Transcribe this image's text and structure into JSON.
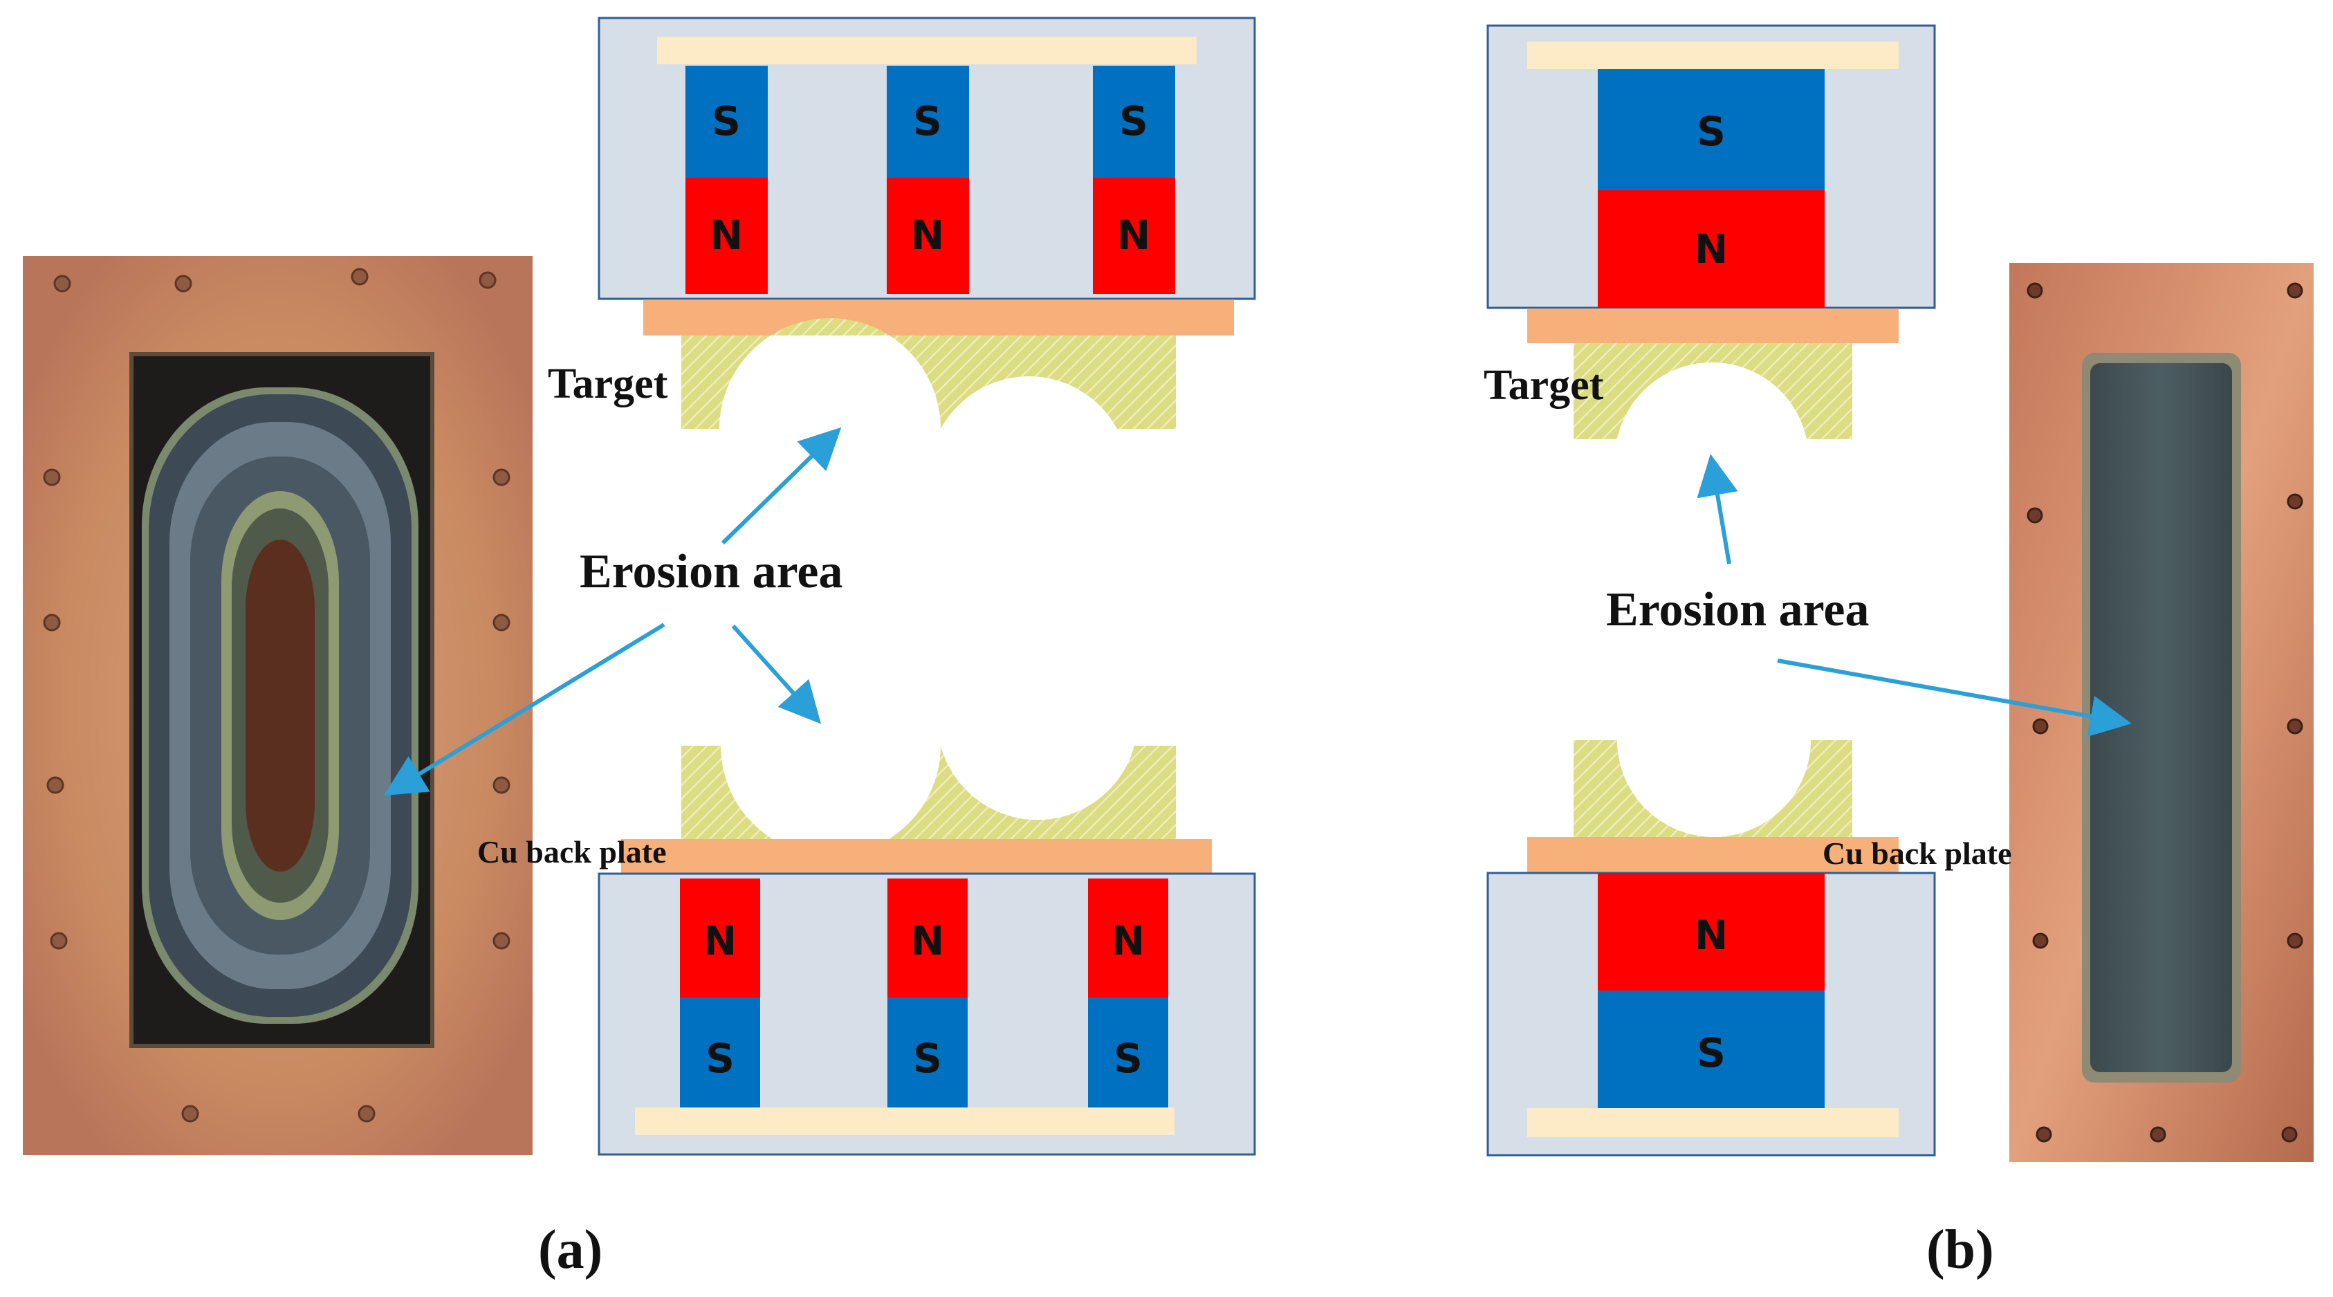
{
  "labels": {
    "target": "Target",
    "erosion_area": "Erosion area",
    "cu_back_plate": "Cu back plate",
    "panel_a": "(a)",
    "panel_b": "(b)"
  },
  "magnet_poles": {
    "south": "S",
    "north": "N"
  },
  "colors": {
    "housing": "#d6dee8",
    "housing_border": "#2f5f96",
    "cream_bar": "#fcebc6",
    "south_pole": "#0070c0",
    "north_pole": "#ff0000",
    "cu_plate": "#f8b07a",
    "target_hatch": "#dcdc82",
    "arrow": "#2a9fd8"
  },
  "icons": {
    "photo_a": "worn-rectangular-target-photo",
    "photo_b": "worn-linear-target-photo"
  }
}
